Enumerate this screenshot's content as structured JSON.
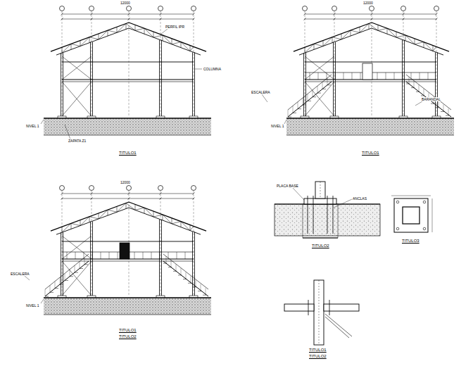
{
  "diagram": {
    "labels": [
      "12000",
      "12000",
      "12000",
      "PERFIL IPR",
      "COLUMNA",
      "NIVEL 1",
      "ZAPATA Z1",
      "TITULO1",
      "ESCALERA",
      "BARANDAL",
      "NIVEL 1",
      "TITULO1",
      "ESCALERA",
      "NIVEL 1",
      "TITULO1",
      "TITULO2",
      "PLACA BASE",
      "ANCLAS",
      "TITULO2",
      "TITULO3",
      "TITULO1",
      "TITULO2"
    ]
  }
}
